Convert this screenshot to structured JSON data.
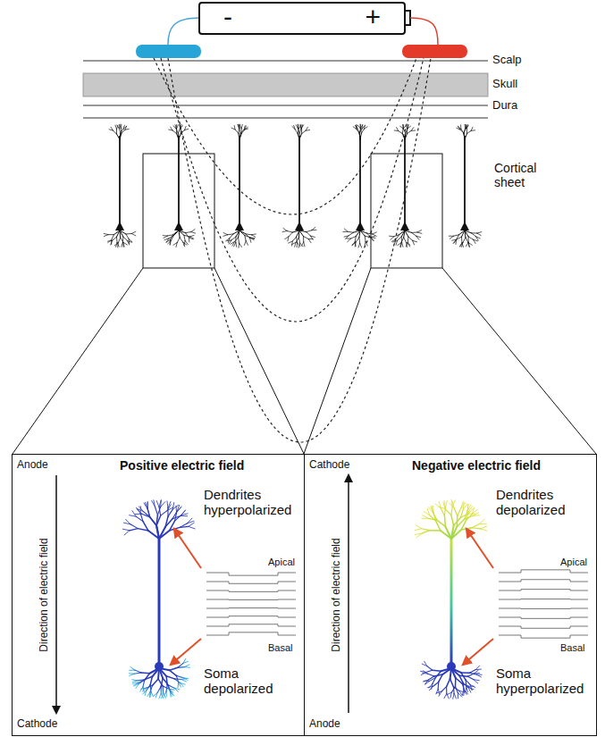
{
  "diagram": {
    "nodes": [
      {
        "text": [
          "-",
          "+"
        ]
      },
      {
        "text": [
          "Anode",
          "Positive electric field",
          "Direction of electric field",
          "Cathode",
          "Dendrites hyperpolarized",
          "Apical",
          "Basal",
          "Soma depolarized"
        ]
      },
      {
        "text": [
          "Cathode",
          "Negative electric field",
          "Direction of electric field",
          "Anode",
          "Dendrites depolarized",
          "Apical",
          "Basal",
          "Soma hyperpolarized"
        ]
      }
    ],
    "labels": [
      "Scalp",
      "Skull",
      "Dura",
      "Cortical sheet"
    ]
  }
}
